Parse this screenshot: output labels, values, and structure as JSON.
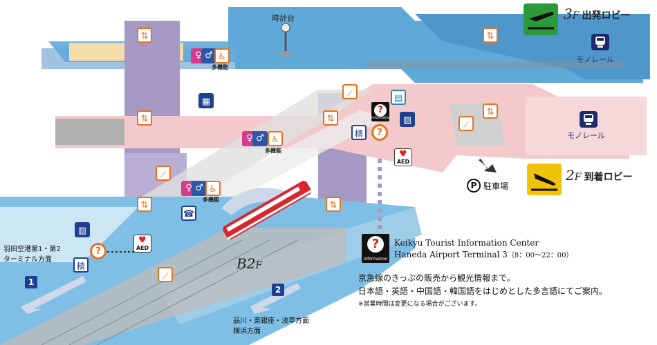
{
  "floors": {
    "f3": {
      "num": "3",
      "f": "F",
      "jp": "出発ロビー",
      "color": "#2a9a3a"
    },
    "f2": {
      "num": "2",
      "f": "F",
      "jp": "到着ロビー",
      "color": "#f0c20a"
    },
    "b2": {
      "label": "B2",
      "f": "F"
    }
  },
  "labels": {
    "clock": "時計台",
    "monorail": "モノレール",
    "parking_symbol": "P",
    "parking": "駐車場",
    "multi_purpose": "多機能",
    "tourist_symbol": "精",
    "question": "?",
    "info_text": "information",
    "aed": "AED"
  },
  "directions": {
    "left": [
      "羽田空港第1・第2",
      "ターミナル方面"
    ],
    "left_num": "1",
    "bottom": [
      "品川・東銀座・浅草方面",
      "横浜方面"
    ],
    "bottom_num": "2"
  },
  "center": {
    "name": "Keikyu Tourist Information Center",
    "sub": "Haneda Airport Terminal 3",
    "hours": "（8：00〜22：00）",
    "desc1": "京急線のきっぷの販売から観光情報まで。",
    "desc2": "日本語・英語・中国語・韓国語をはじめとした多言語にてご案内。",
    "note": "※営業時間は変更になる場合がございます。"
  },
  "icons": {
    "elevator": "elevator-icon",
    "escalator": "escalator-icon",
    "restroom_women": "restroom-women-icon",
    "restroom_men": "restroom-men-icon",
    "restroom_multi": "multipurpose-restroom-icon",
    "locker": "coin-locker-icon",
    "ticket": "ticket-machine-icon",
    "phone": "telephone-icon",
    "monorail": "monorail-icon",
    "aed": "aed-icon",
    "plane_depart": "plane-departure-icon",
    "plane_arrive": "plane-arrival-icon"
  },
  "colors": {
    "water_blue": "#5fa8d8",
    "pink": "#f3c9cc",
    "lavender": "#a69ac4",
    "train_red": "#d8282f",
    "accent_orange": "#e8701e",
    "navy": "#1d2a6e"
  }
}
